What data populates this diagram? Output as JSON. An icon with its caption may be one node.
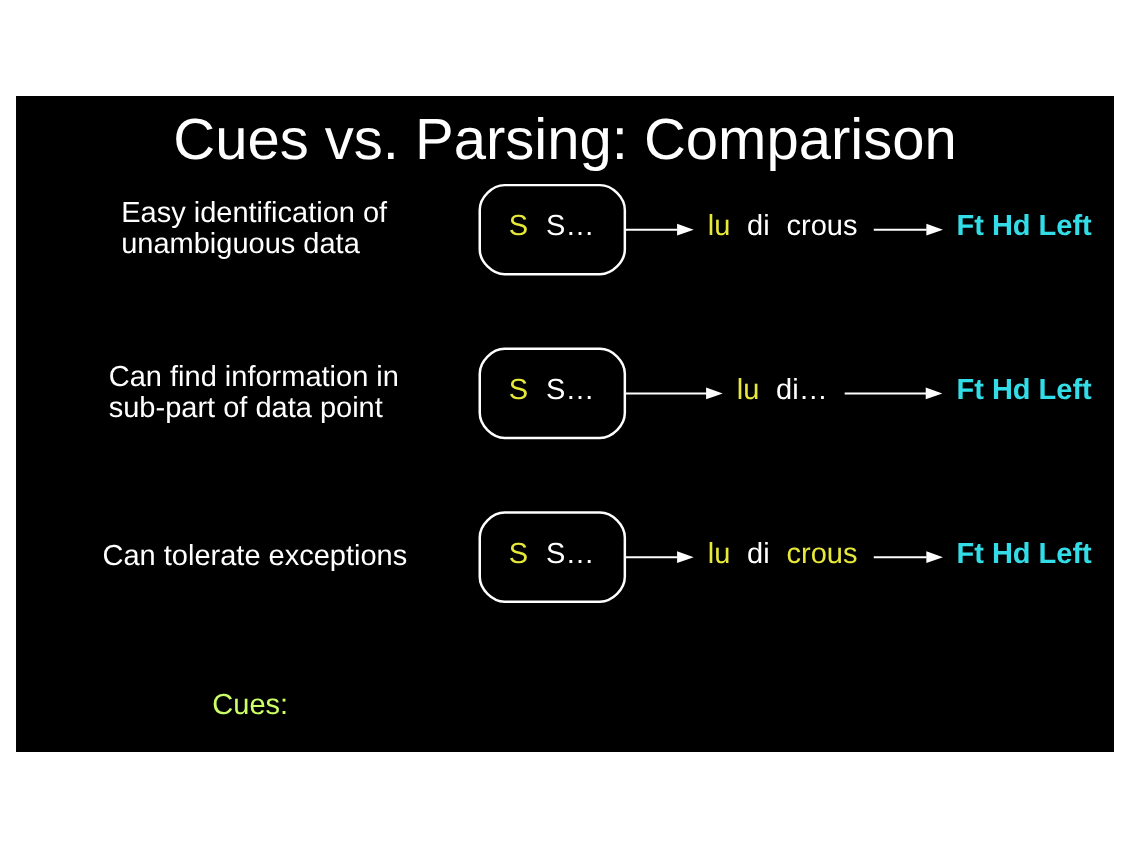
{
  "diagram": {
    "title": "Cues vs. Parsing: Comparison",
    "nodes": [
      {
        "text": [
          "S S…"
        ]
      },
      {
        "text": [
          "lu di crous"
        ]
      },
      {
        "text": [
          "Ft Hd Left"
        ]
      },
      {
        "text": [
          "S S…"
        ]
      },
      {
        "text": [
          "lu di…"
        ]
      },
      {
        "text": [
          "Ft Hd Left"
        ]
      },
      {
        "text": [
          "S S…"
        ]
      },
      {
        "text": [
          "lu di crous"
        ]
      },
      {
        "text": [
          "Ft Hd Left"
        ]
      }
    ],
    "edges": [
      {
        "from": 0,
        "to": 1,
        "arrow": "to"
      },
      {
        "from": 1,
        "to": 2,
        "arrow": "to"
      },
      {
        "from": 3,
        "to": 4,
        "arrow": "to"
      },
      {
        "from": 4,
        "to": 5,
        "arrow": "to"
      },
      {
        "from": 6,
        "to": 7,
        "arrow": "to"
      },
      {
        "from": 7,
        "to": 8,
        "arrow": "to"
      }
    ],
    "labels": [
      "Cues:",
      "Easy identification of unambiguous data",
      "Can find information in sub-part of data point",
      "Can tolerate exceptions"
    ]
  }
}
